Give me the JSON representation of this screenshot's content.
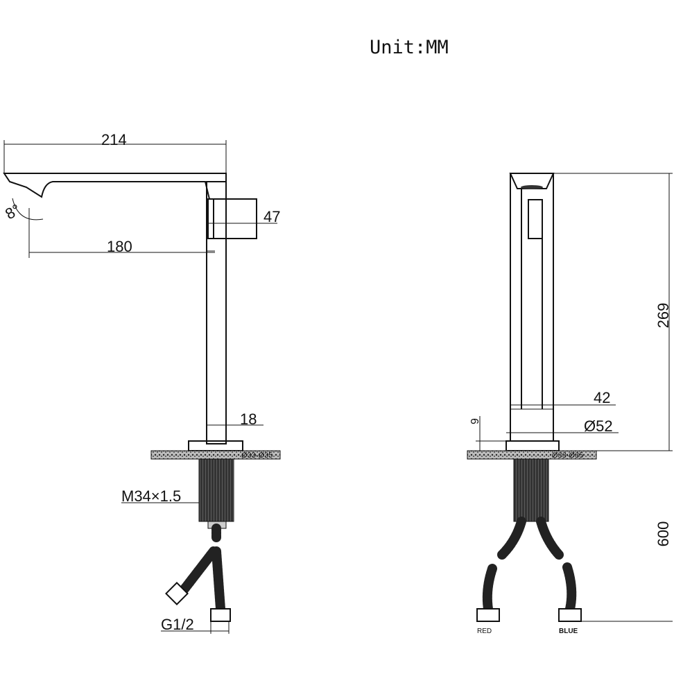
{
  "unit_label": "Unit:MM",
  "side_view": {
    "width_total": "214",
    "reach": "180",
    "spout_height": "47",
    "angle": "8°",
    "body_width": "18",
    "thread": "M34×1.5",
    "hole_range": "Ø33-Ø35",
    "connector": "G1/2"
  },
  "front_view": {
    "height": "269",
    "body_depth": "42",
    "base_diameter": "Ø52",
    "base_height": "9",
    "hose_length": "600",
    "hole_range": "Ø33-Ø35",
    "hot_label": "RED",
    "cold_label": "BLUE"
  }
}
